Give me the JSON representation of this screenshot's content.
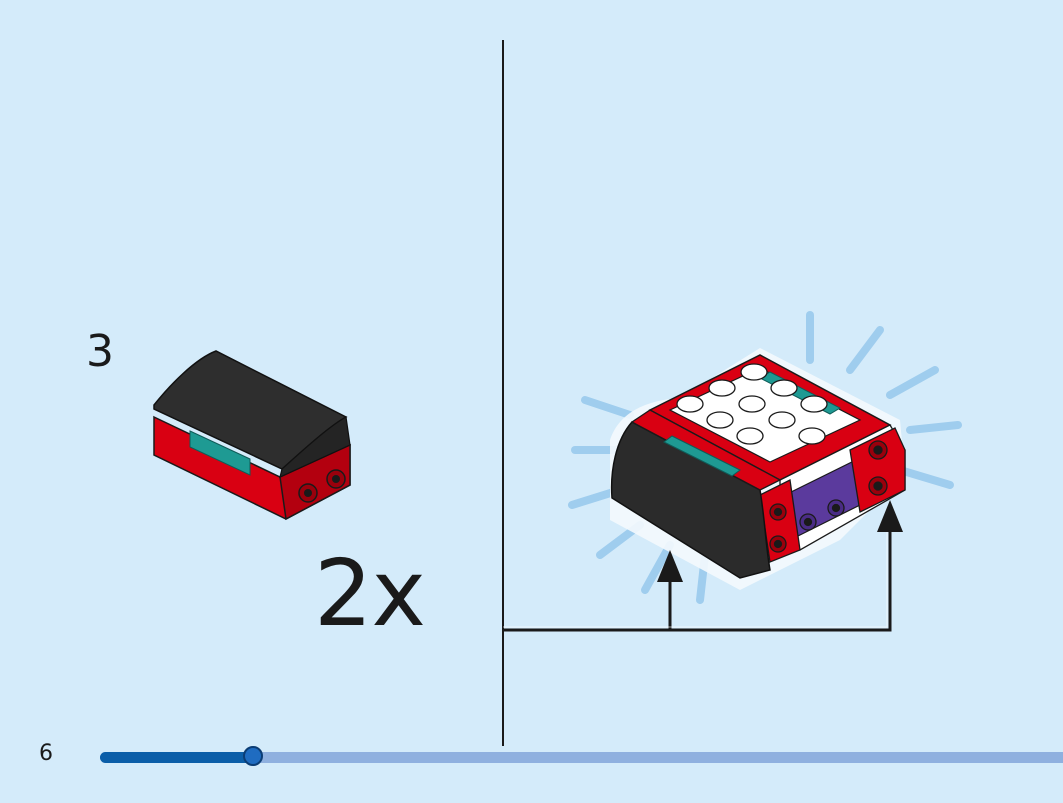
{
  "step": {
    "number": "3"
  },
  "callout": {
    "multiplier": "2x"
  },
  "page": {
    "number": "6"
  },
  "progress": {
    "fraction": 0.16
  },
  "colors": {
    "background": "#d4ebfa",
    "brick_red": "#d90012",
    "brick_black": "#2b2b2b",
    "brick_white": "#ffffff",
    "brick_teal": "#1e9a93",
    "brick_purple": "#5b3a9d",
    "progress_fill": "#0b5ea8",
    "progress_track": "#8fb0df"
  },
  "icons": {
    "sub_part": "curved-slope-brick-icon",
    "assembly": "bus-body-assembly-icon",
    "arrows": "up-arrow-icon"
  }
}
